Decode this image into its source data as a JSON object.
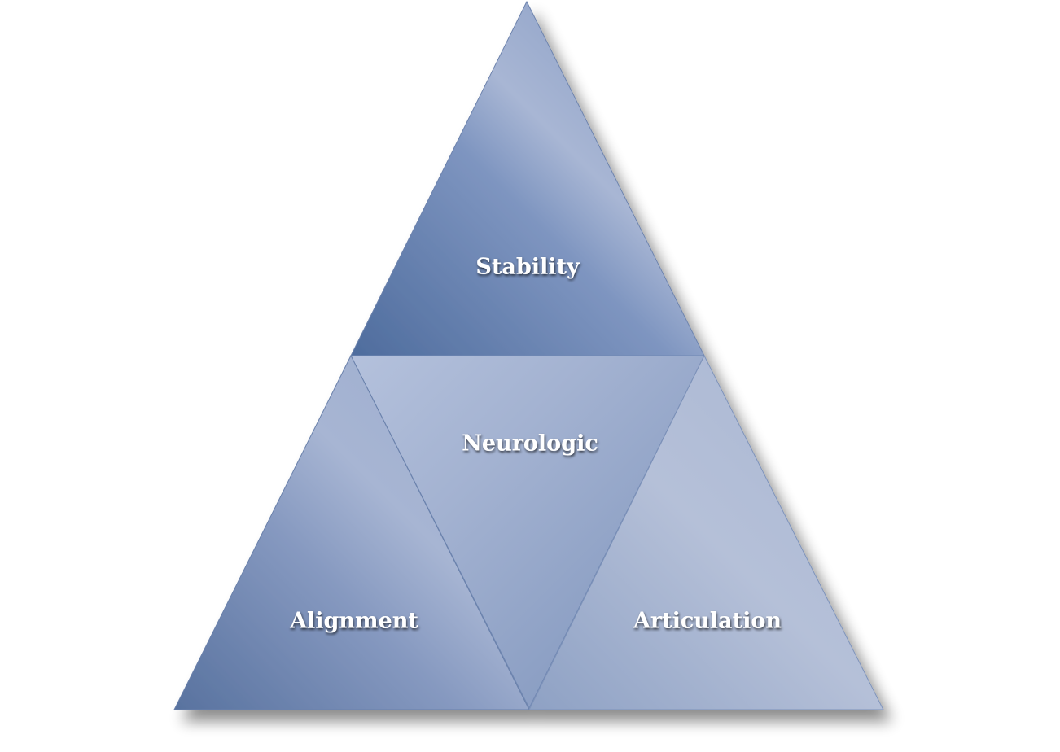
{
  "diagram": {
    "type": "triangle-segmented",
    "segments": [
      {
        "id": "top",
        "label": "Stability"
      },
      {
        "id": "center",
        "label": "Neurologic"
      },
      {
        "id": "bottom-left",
        "label": "Alignment"
      },
      {
        "id": "bottom-right",
        "label": "Articulation"
      }
    ]
  },
  "colors": {
    "dark": "#5472a2",
    "mid": "#8ea2c7",
    "light": "#b9c5dd",
    "label": "#ffffff"
  }
}
